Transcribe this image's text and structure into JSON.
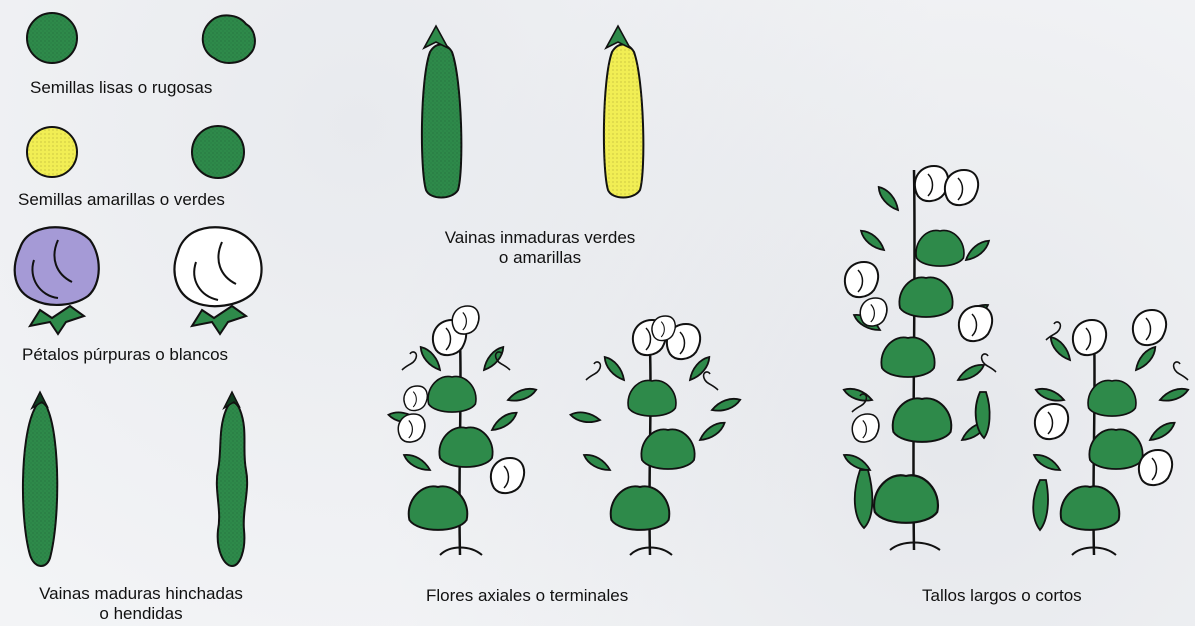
{
  "labels": {
    "seeds_shape": "Semillas lisas o rugosas",
    "seeds_color": "Semillas amarillas o verdes",
    "petals": "Pétalos púrpuras o blancos",
    "mature_pods_line1": "Vainas maduras hinchadas",
    "mature_pods_line2": "o hendidas",
    "immature_pods_line1": "Vainas inmaduras verdes",
    "immature_pods_line2": "o amarillas",
    "flowers": "Flores axiales o terminales",
    "stems": "Tallos largos o cortos"
  },
  "colors": {
    "green": "#2e8a4a",
    "dark_green": "#0f3d1f",
    "yellow": "#f1ee54",
    "purple": "#a59ad6",
    "white": "#ffffff",
    "outline": "#111111"
  }
}
